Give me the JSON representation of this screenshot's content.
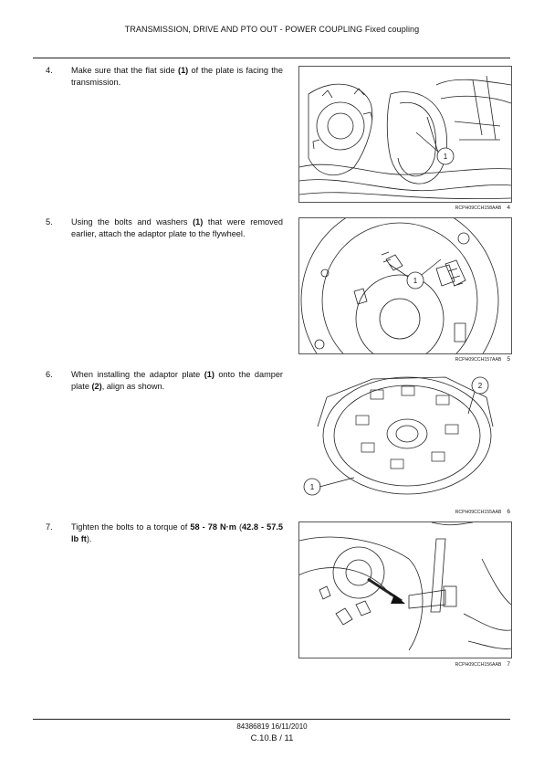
{
  "header": {
    "title": "TRANSMISSION, DRIVE AND PTO OUT - POWER COUPLING Fixed coupling"
  },
  "steps": [
    {
      "num": "4.",
      "text_pre": "Make sure that the flat side ",
      "bold1": "(1)",
      "text_post": " of the plate is facing the transmission.",
      "figure_code": "RCPH09CCH158AAB",
      "figure_num": "4",
      "callouts": [
        "1"
      ]
    },
    {
      "num": "5.",
      "text_pre": "Using the bolts and washers ",
      "bold1": "(1)",
      "text_post": " that were removed earlier, attach the adaptor plate to the flywheel.",
      "figure_code": "RCPH09CCH157AAB",
      "figure_num": "5",
      "callouts": [
        "1"
      ]
    },
    {
      "num": "6.",
      "text_pre": "When installing the adaptor plate ",
      "bold1": "(1)",
      "text_mid": " onto the damper plate ",
      "bold2": "(2)",
      "text_post": ", align as shown.",
      "figure_code": "RCPH09CCH155AAB",
      "figure_num": "6",
      "callouts": [
        "1",
        "2"
      ]
    },
    {
      "num": "7.",
      "text_pre": "Tighten the bolts to a torque of ",
      "bold1": "58 - 78 N·m",
      "text_mid": " (",
      "bold2": "42.8 - 57.5 lb ft",
      "text_post": ").",
      "figure_code": "RCPH09CCH156AAB",
      "figure_num": "7",
      "callouts": []
    }
  ],
  "footer": {
    "doc": "84386819 16/11/2010",
    "page": "C.10.B / 11"
  }
}
